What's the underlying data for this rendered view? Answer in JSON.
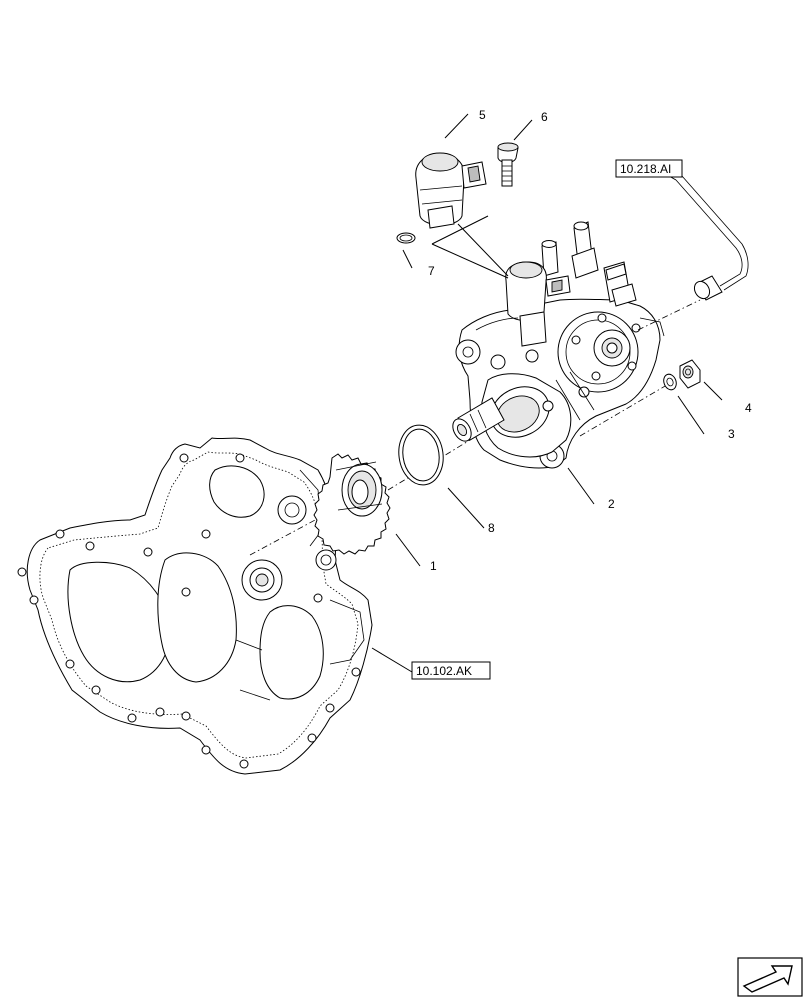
{
  "callouts": {
    "c1": "1",
    "c2": "2",
    "c3": "3",
    "c4": "4",
    "c5": "5",
    "c6": "6",
    "c7": "7",
    "c8": "8"
  },
  "references": {
    "r1": "10.218.AI",
    "r2": "10.102.AK"
  },
  "corner_icon": "next-page-arrow-icon"
}
